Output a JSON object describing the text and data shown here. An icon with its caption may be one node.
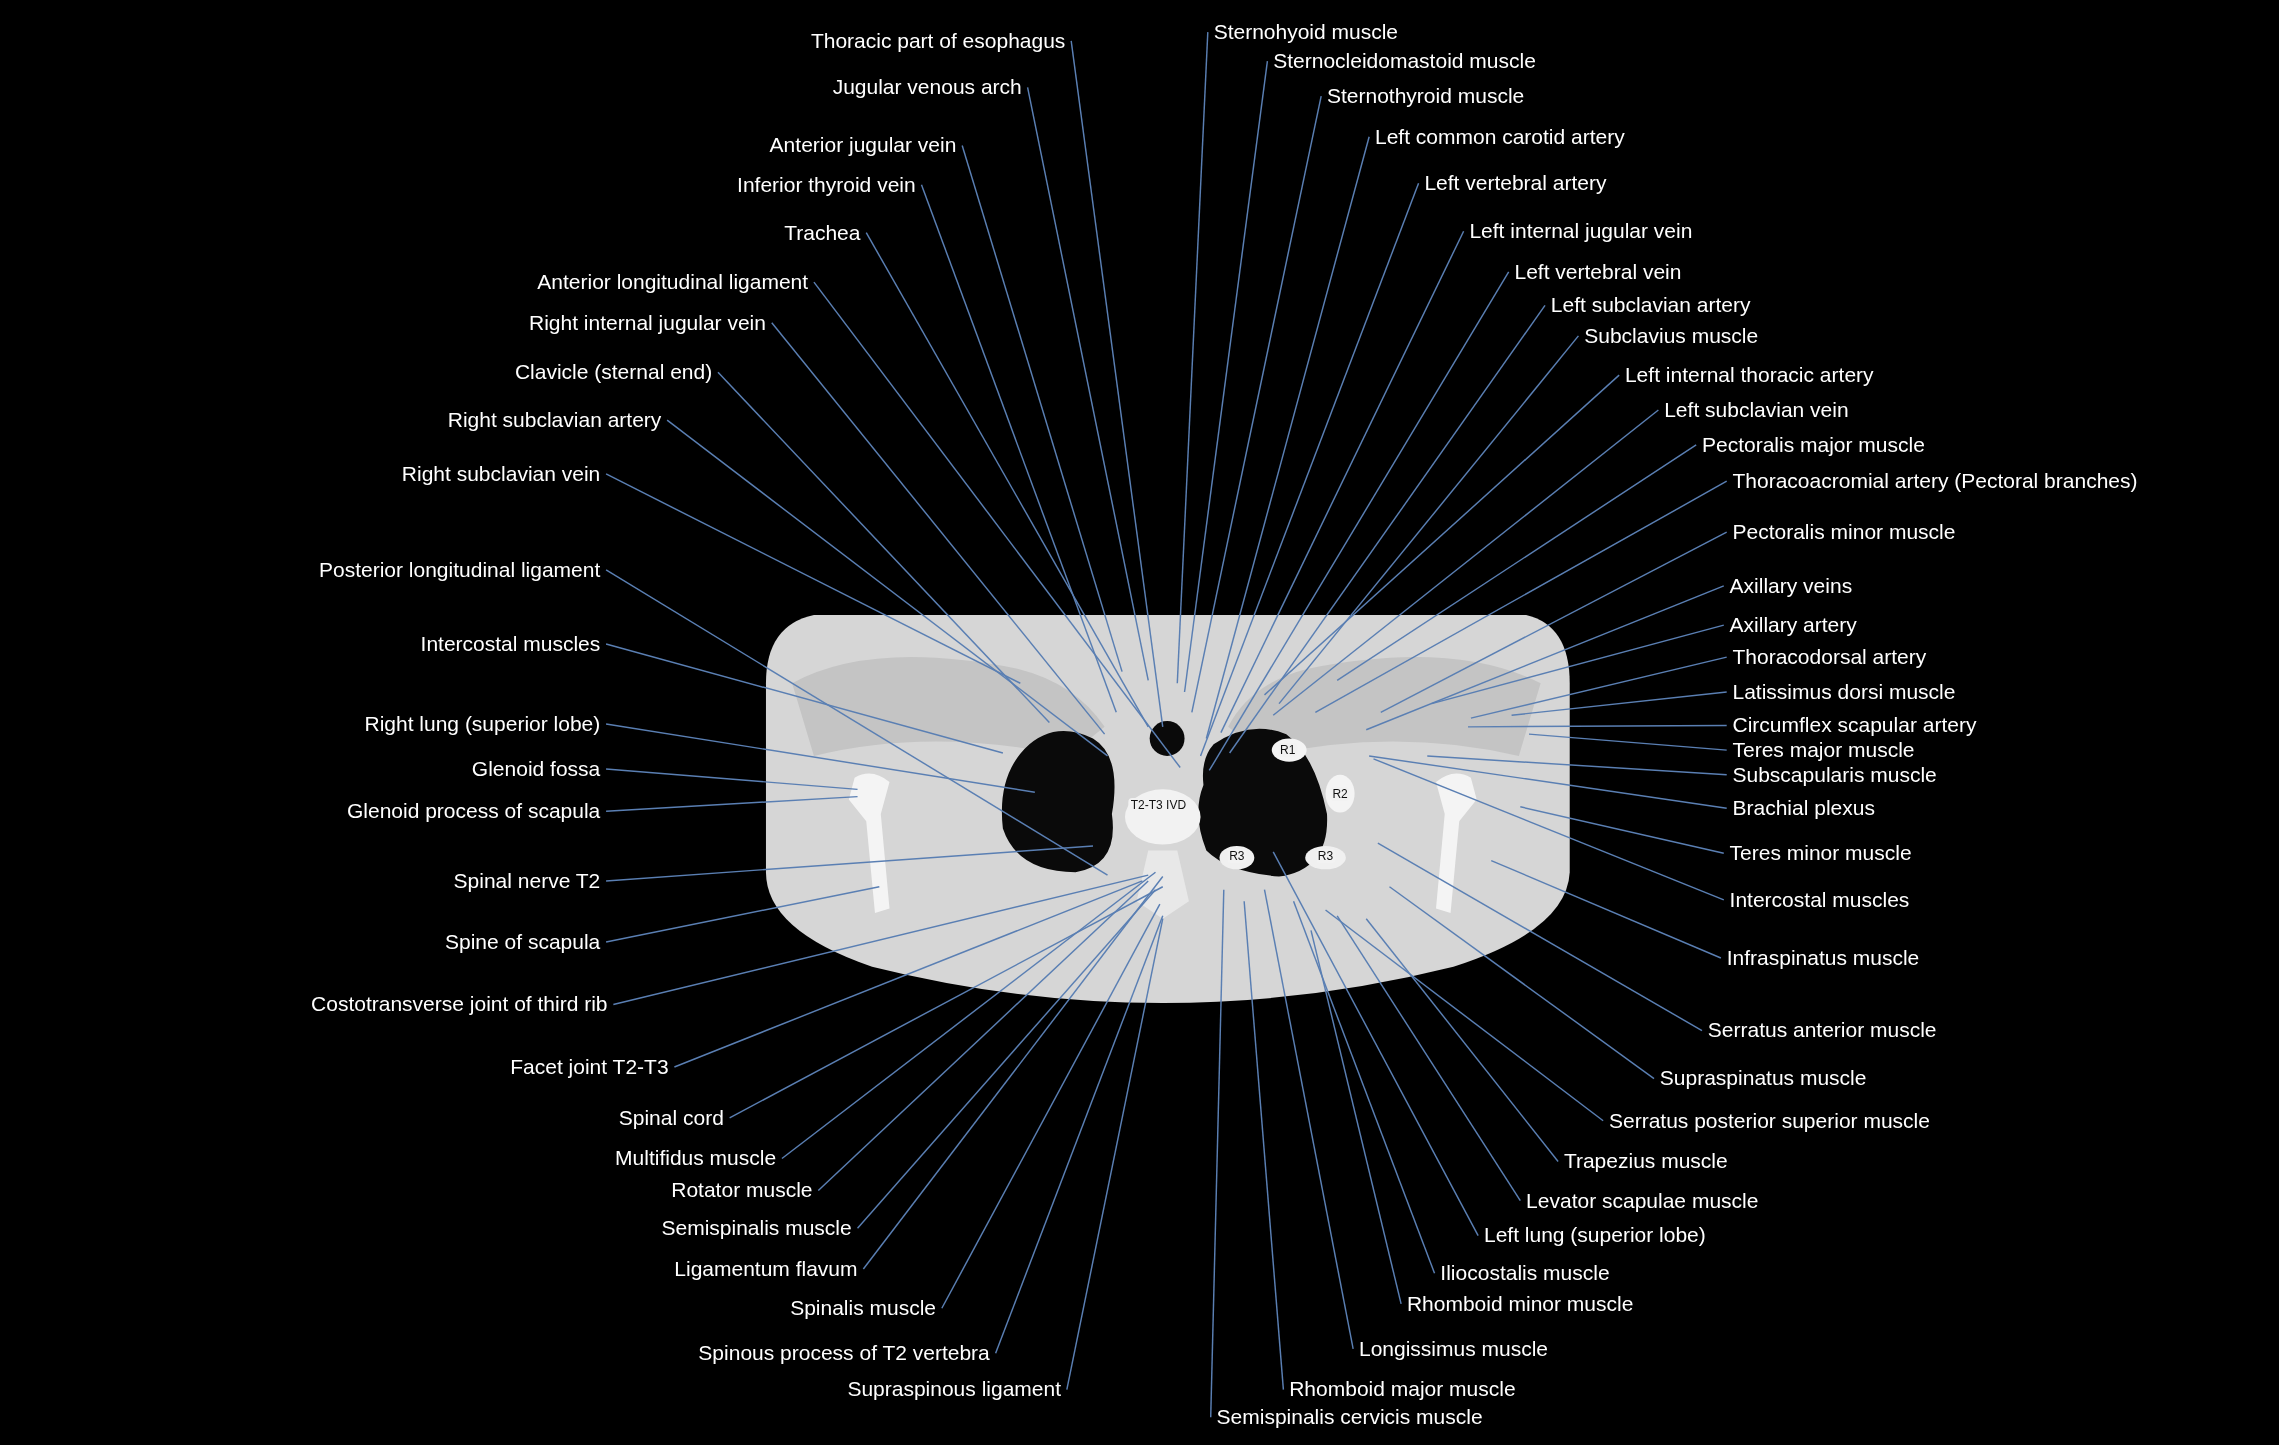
{
  "diagram": {
    "nodes": [
      {
        "text": [
          "Thoracic part of esophagus"
        ]
      },
      {
        "text": [
          "Jugular venous arch"
        ]
      },
      {
        "text": [
          "Anterior jugular vein"
        ]
      },
      {
        "text": [
          "Inferior thyroid vein"
        ]
      },
      {
        "text": [
          "Trachea"
        ]
      },
      {
        "text": [
          "Anterior longitudinal ligament"
        ]
      },
      {
        "text": [
          "Right internal jugular vein"
        ]
      },
      {
        "text": [
          "Clavicle (sternal end)"
        ]
      },
      {
        "text": [
          "Right subclavian artery"
        ]
      },
      {
        "text": [
          "Right subclavian vein"
        ]
      },
      {
        "text": [
          "Posterior longitudinal ligament"
        ]
      },
      {
        "text": [
          "Intercostal muscles"
        ]
      },
      {
        "text": [
          "Right lung (superior lobe)"
        ]
      },
      {
        "text": [
          "Glenoid fossa"
        ]
      },
      {
        "text": [
          "Glenoid process of scapula"
        ]
      },
      {
        "text": [
          "Spinal nerve T2"
        ]
      },
      {
        "text": [
          "Spine of scapula"
        ]
      },
      {
        "text": [
          "Costotransverse joint of third rib"
        ]
      },
      {
        "text": [
          "Facet joint T2-T3"
        ]
      },
      {
        "text": [
          "Spinal cord"
        ]
      },
      {
        "text": [
          "Multifidus muscle"
        ]
      },
      {
        "text": [
          "Rotator muscle"
        ]
      },
      {
        "text": [
          "Semispinalis muscle"
        ]
      },
      {
        "text": [
          "Ligamentum flavum"
        ]
      },
      {
        "text": [
          "Spinalis muscle"
        ]
      },
      {
        "text": [
          "Spinous process of T2 vertebra"
        ]
      },
      {
        "text": [
          "Supraspinous ligament"
        ]
      },
      {
        "text": [
          "Sternohyoid muscle"
        ]
      },
      {
        "text": [
          "Sternocleidomastoid muscle"
        ]
      },
      {
        "text": [
          "Sternothyroid muscle"
        ]
      },
      {
        "text": [
          "Left common carotid artery"
        ]
      },
      {
        "text": [
          "Left vertebral artery"
        ]
      },
      {
        "text": [
          "Left internal jugular vein"
        ]
      },
      {
        "text": [
          "Left vertebral vein"
        ]
      },
      {
        "text": [
          "Left subclavian artery"
        ]
      },
      {
        "text": [
          "Subclavius muscle"
        ]
      },
      {
        "text": [
          "Left internal thoracic artery"
        ]
      },
      {
        "text": [
          "Left subclavian vein"
        ]
      },
      {
        "text": [
          "Pectoralis major muscle"
        ]
      },
      {
        "text": [
          "Thoracoacromial artery (Pectoral branches)"
        ]
      },
      {
        "text": [
          "Pectoralis minor muscle"
        ]
      },
      {
        "text": [
          "Axillary veins"
        ]
      },
      {
        "text": [
          "Axillary artery"
        ]
      },
      {
        "text": [
          "Thoracodorsal artery"
        ]
      },
      {
        "text": [
          "Latissimus dorsi muscle"
        ]
      },
      {
        "text": [
          "Circumflex scapular artery"
        ]
      },
      {
        "text": [
          "Teres major muscle"
        ]
      },
      {
        "text": [
          "Subscapularis muscle"
        ]
      },
      {
        "text": [
          "Brachial plexus"
        ]
      },
      {
        "text": [
          "Teres minor muscle"
        ]
      },
      {
        "text": [
          "Intercostal muscles"
        ]
      },
      {
        "text": [
          "Infraspinatus muscle"
        ]
      },
      {
        "text": [
          "Serratus anterior muscle"
        ]
      },
      {
        "text": [
          "Supraspinatus muscle"
        ]
      },
      {
        "text": [
          "Serratus posterior superior muscle"
        ]
      },
      {
        "text": [
          "Trapezius muscle"
        ]
      },
      {
        "text": [
          "Levator scapulae muscle"
        ]
      },
      {
        "text": [
          "Left lung (superior lobe)"
        ]
      },
      {
        "text": [
          "Iliocostalis muscle"
        ]
      },
      {
        "text": [
          "Rhomboid minor muscle"
        ]
      },
      {
        "text": [
          "Longissimus muscle"
        ]
      },
      {
        "text": [
          "Rhomboid major muscle"
        ]
      },
      {
        "text": [
          "Semispinalis cervicis muscle"
        ]
      }
    ],
    "edges": [
      {
        "from": 0,
        "to": null,
        "arrow": "none"
      },
      {
        "from": 1,
        "to": null,
        "arrow": "none"
      },
      {
        "from": 2,
        "to": null,
        "arrow": "none"
      },
      {
        "from": 3,
        "to": null,
        "arrow": "none"
      },
      {
        "from": 4,
        "to": null,
        "arrow": "none"
      },
      {
        "from": 5,
        "to": null,
        "arrow": "none"
      },
      {
        "from": 6,
        "to": null,
        "arrow": "none"
      },
      {
        "from": 7,
        "to": null,
        "arrow": "none"
      },
      {
        "from": 8,
        "to": null,
        "arrow": "none"
      },
      {
        "from": 9,
        "to": null,
        "arrow": "none"
      },
      {
        "from": 10,
        "to": null,
        "arrow": "none"
      },
      {
        "from": 11,
        "to": null,
        "arrow": "none"
      },
      {
        "from": 12,
        "to": null,
        "arrow": "none"
      },
      {
        "from": 13,
        "to": null,
        "arrow": "none"
      },
      {
        "from": 14,
        "to": null,
        "arrow": "none"
      },
      {
        "from": 15,
        "to": null,
        "arrow": "none"
      },
      {
        "from": 16,
        "to": null,
        "arrow": "none"
      },
      {
        "from": 17,
        "to": null,
        "arrow": "none"
      },
      {
        "from": 18,
        "to": null,
        "arrow": "none"
      },
      {
        "from": 19,
        "to": null,
        "arrow": "none"
      },
      {
        "from": 20,
        "to": null,
        "arrow": "none"
      },
      {
        "from": 21,
        "to": null,
        "arrow": "none"
      },
      {
        "from": 22,
        "to": null,
        "arrow": "none"
      },
      {
        "from": 23,
        "to": null,
        "arrow": "none"
      },
      {
        "from": 24,
        "to": null,
        "arrow": "none"
      },
      {
        "from": 25,
        "to": null,
        "arrow": "none"
      },
      {
        "from": 26,
        "to": null,
        "arrow": "none"
      },
      {
        "from": 27,
        "to": null,
        "arrow": "none"
      },
      {
        "from": 28,
        "to": null,
        "arrow": "none"
      },
      {
        "from": 29,
        "to": null,
        "arrow": "none"
      },
      {
        "from": 30,
        "to": null,
        "arrow": "none"
      },
      {
        "from": 31,
        "to": null,
        "arrow": "none"
      },
      {
        "from": 32,
        "to": null,
        "arrow": "none"
      },
      {
        "from": 33,
        "to": null,
        "arrow": "none"
      },
      {
        "from": 34,
        "to": null,
        "arrow": "none"
      },
      {
        "from": 35,
        "to": null,
        "arrow": "none"
      },
      {
        "from": 36,
        "to": null,
        "arrow": "none"
      },
      {
        "from": 37,
        "to": null,
        "arrow": "none"
      },
      {
        "from": 38,
        "to": null,
        "arrow": "none"
      },
      {
        "from": 39,
        "to": null,
        "arrow": "none"
      },
      {
        "from": 40,
        "to": null,
        "arrow": "none"
      },
      {
        "from": 41,
        "to": null,
        "arrow": "none"
      },
      {
        "from": 42,
        "to": null,
        "arrow": "none"
      },
      {
        "from": 43,
        "to": null,
        "arrow": "none"
      },
      {
        "from": 44,
        "to": null,
        "arrow": "none"
      },
      {
        "from": 45,
        "to": null,
        "arrow": "none"
      },
      {
        "from": 46,
        "to": null,
        "arrow": "none"
      },
      {
        "from": 47,
        "to": null,
        "arrow": "none"
      },
      {
        "from": 48,
        "to": null,
        "arrow": "none"
      },
      {
        "from": 49,
        "to": null,
        "arrow": "none"
      },
      {
        "from": 50,
        "to": null,
        "arrow": "none"
      },
      {
        "from": 51,
        "to": null,
        "arrow": "none"
      },
      {
        "from": 52,
        "to": null,
        "arrow": "none"
      },
      {
        "from": 53,
        "to": null,
        "arrow": "none"
      },
      {
        "from": 54,
        "to": null,
        "arrow": "none"
      },
      {
        "from": 55,
        "to": null,
        "arrow": "none"
      },
      {
        "from": 56,
        "to": null,
        "arrow": "none"
      },
      {
        "from": 57,
        "to": null,
        "arrow": "none"
      },
      {
        "from": 58,
        "to": null,
        "arrow": "none"
      },
      {
        "from": 59,
        "to": null,
        "arrow": "none"
      },
      {
        "from": 60,
        "to": null,
        "arrow": "none"
      },
      {
        "from": 61,
        "to": null,
        "arrow": "none"
      },
      {
        "from": 62,
        "to": null,
        "arrow": "none"
      }
    ],
    "labels": [
      "R1",
      "R2",
      "R3",
      "R3",
      "T2-T3 IVD"
    ]
  }
}
